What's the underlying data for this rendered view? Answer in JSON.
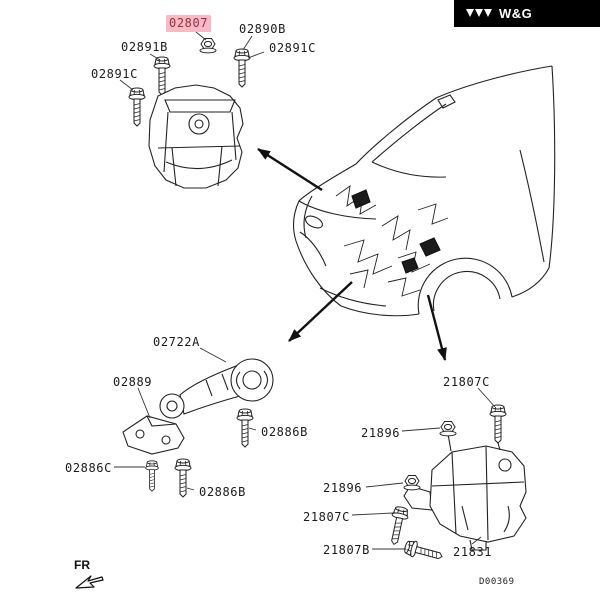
{
  "page": {
    "logo_text": "W&G",
    "fr_label": "FR",
    "diagram_code": "D00369"
  },
  "colors": {
    "highlight_bg": "#f7b9c3",
    "highlight_text": "#8d3440",
    "line": "#1a1a1a"
  },
  "part_labels": [
    {
      "text": "02807",
      "highlighted": true,
      "group": "front-engine-mount"
    },
    {
      "text": "02890B",
      "highlighted": false,
      "group": "front-engine-mount"
    },
    {
      "text": "02891B",
      "highlighted": false,
      "group": "front-engine-mount"
    },
    {
      "text": "02891C",
      "highlighted": false,
      "group": "front-engine-mount"
    },
    {
      "text": "02891C",
      "highlighted": false,
      "group": "front-engine-mount"
    },
    {
      "text": "02722A",
      "highlighted": false,
      "group": "torque-rod-mount"
    },
    {
      "text": "02889",
      "highlighted": false,
      "group": "torque-rod-mount"
    },
    {
      "text": "02886B",
      "highlighted": false,
      "group": "torque-rod-mount"
    },
    {
      "text": "02886C",
      "highlighted": false,
      "group": "torque-rod-mount"
    },
    {
      "text": "02886B",
      "highlighted": false,
      "group": "torque-rod-mount"
    },
    {
      "text": "21807C",
      "highlighted": false,
      "group": "rear-mount"
    },
    {
      "text": "21896",
      "highlighted": false,
      "group": "rear-mount"
    },
    {
      "text": "21896",
      "highlighted": false,
      "group": "rear-mount"
    },
    {
      "text": "21807C",
      "highlighted": false,
      "group": "rear-mount"
    },
    {
      "text": "21807B",
      "highlighted": false,
      "group": "rear-mount"
    },
    {
      "text": "21831",
      "highlighted": false,
      "group": "rear-mount"
    }
  ]
}
